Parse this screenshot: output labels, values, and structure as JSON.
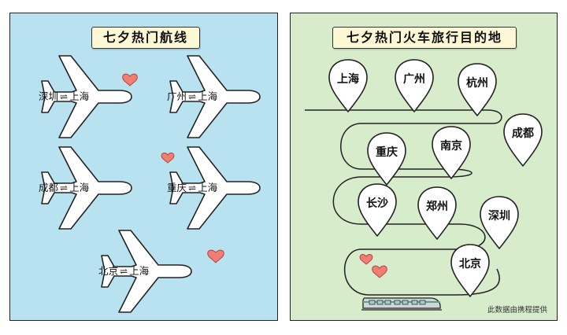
{
  "flights_panel": {
    "title": "七夕热门航线",
    "bg": "#b9e2f1",
    "routes": [
      {
        "from": "深圳",
        "arrow": "⇌",
        "to": "上海"
      },
      {
        "from": "广州",
        "arrow": "⇌",
        "to": "上海"
      },
      {
        "from": "成都",
        "arrow": "⇌",
        "to": "上海"
      },
      {
        "from": "重庆",
        "arrow": "⇌",
        "to": "上海"
      },
      {
        "from": "北京",
        "arrow": "⇌",
        "to": "上海"
      }
    ]
  },
  "trains_panel": {
    "title": "七夕热门火车旅行目的地",
    "bg": "#d6ecca",
    "destinations": [
      "上海",
      "广州",
      "杭州",
      "成都",
      "重庆",
      "南京",
      "长沙",
      "郑州",
      "深圳",
      "北京"
    ],
    "credit": "此数据由携程提供"
  },
  "colors": {
    "heart": "#f07e74",
    "outline": "#222222",
    "plane_fill": "#ffffff",
    "pin_fill": "#ffffff",
    "title_bg": "#fdf7d6"
  },
  "icons": [
    "airplane-icon",
    "heart-icon",
    "map-pin-icon",
    "train-icon"
  ]
}
